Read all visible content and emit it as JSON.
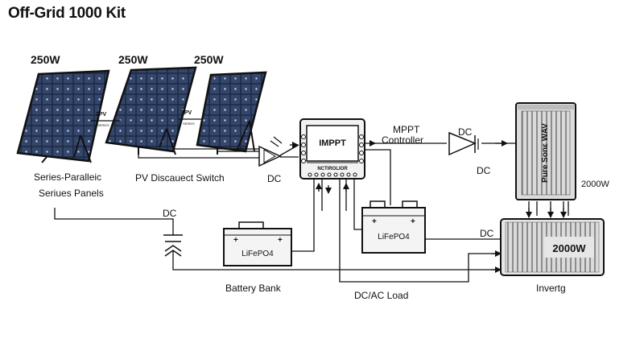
{
  "title": "Off-Grid 1000 Kit",
  "panels": [
    {
      "watt": "250W"
    },
    {
      "watt": "250W"
    },
    {
      "watt": "250W"
    }
  ],
  "panel_links": [
    {
      "label": "2PV",
      "sub": "SERIES"
    },
    {
      "label": "2PV",
      "sub": "SERIES"
    }
  ],
  "labels": {
    "series_parallel_1": "Series-Paralleic",
    "series_parallel_2": "Seriues Panels",
    "pv_switch": "PV Discauect Switch",
    "dc_switch": "DC",
    "dc_left": "DC",
    "mppt_controller_1": "MPPT",
    "mppt_controller_2": "Controller",
    "dc_right_top": "DC",
    "dc_right_bottom": "DC",
    "dc_inverter": "DC",
    "battery_bank": "Battery Bank",
    "load": "DC/AC Load",
    "inverter_name": "Invertg"
  },
  "controller": {
    "title": "IMPPT",
    "subtitle": "NCTIROLIOR"
  },
  "battery_left": {
    "label": "LiFePO4"
  },
  "battery_right": {
    "label": "LiFePO4"
  },
  "pure_sine": {
    "label": "Pure Sonɛ WAV",
    "watt": "2000W"
  },
  "inverter": {
    "watt": "2000W"
  }
}
